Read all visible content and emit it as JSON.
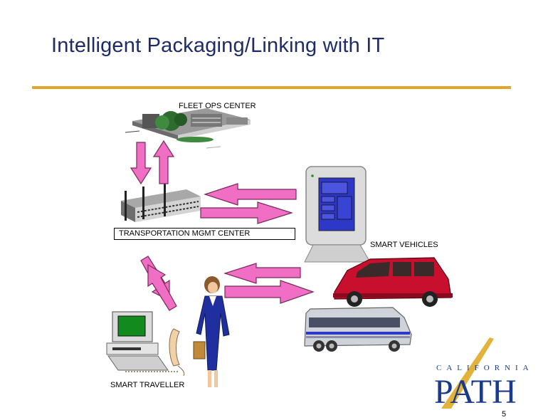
{
  "slide": {
    "title": "Intelligent Packaging/Linking with IT",
    "page_number": "5"
  },
  "labels": {
    "fleet_ops": "FLEET OPS  CENTER",
    "tmc": "TRANSPORTATION MGMT CENTER",
    "smart_vehicles": "SMART VEHICLES",
    "smart_traveller": "SMART TRAVELLER"
  },
  "logo": {
    "top_text": "CALIFORNIA",
    "main_text": "PATH"
  },
  "colors": {
    "title": "#1f2a6b",
    "rule": "#e2a52a",
    "arrow_fill": "#f06ec4",
    "arrow_stroke": "#7a2a5e",
    "logo_blue": "#1a3a8c",
    "logo_gold": "#e2b23a"
  }
}
